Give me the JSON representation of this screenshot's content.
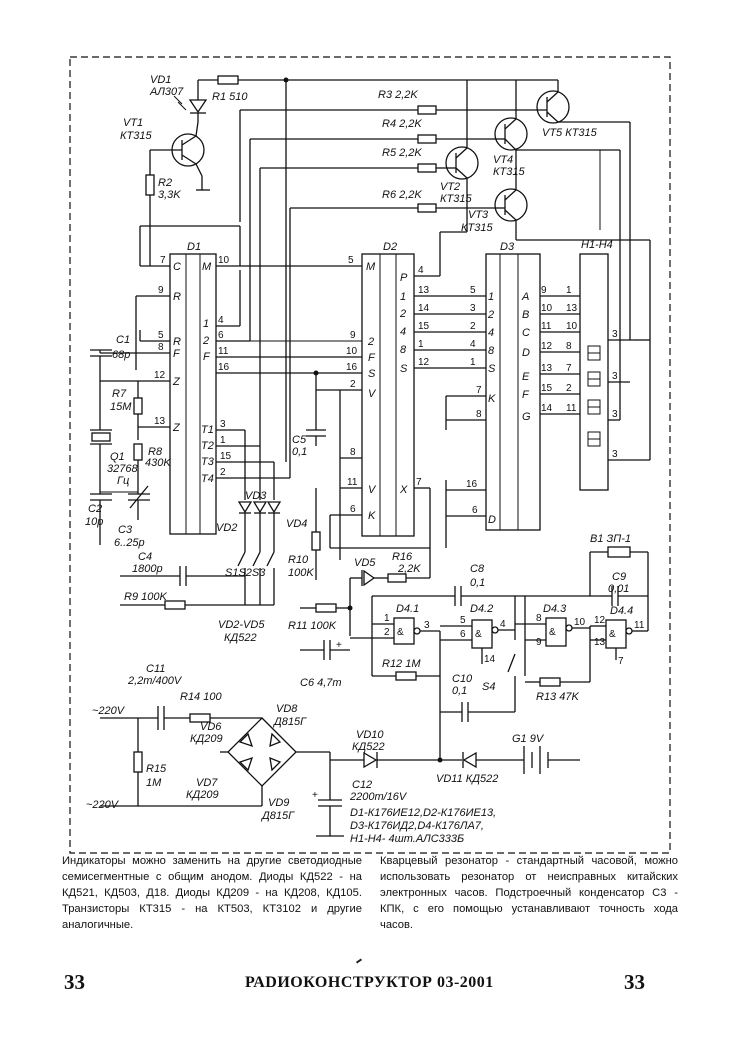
{
  "title_block": {
    "note_left": "Индикаторы можно заменить на другие светодиодные семисегментные с общим анодом. Диоды КД522 - на КД521, КД503, Д18. Диоды КД209 - на КД208, КД105. Транзисторы КТ315 - на КТ503, КТ3102 и другие аналогичные.",
    "note_right": "Кварцевый резонатор - стандартный часовой, можно использовать резонатор от неисправных китайских электронных часов. Подстроечный конденсатор С3 - КПК, с его помощью устанавливают точность хода часов.",
    "page_left": "33",
    "page_right": "33",
    "journal": "РАDИОКОНСТРУКТОР 03-2001"
  },
  "chips": {
    "D1": {
      "name": "D1",
      "pins_left": [
        "C",
        "R",
        "R",
        "F",
        "Z",
        "Z"
      ],
      "pins_right": [
        "M",
        "1",
        "2",
        "F",
        "T1",
        "T2",
        "T3",
        "T4"
      ]
    },
    "D2": {
      "name": "D2",
      "pins_left": [
        "M",
        "2",
        "F",
        "S",
        "V",
        "V",
        "K"
      ],
      "pins_right": [
        "P",
        "1",
        "2",
        "4",
        "8",
        "S",
        "X"
      ]
    },
    "D3": {
      "name": "D3",
      "pins_left": [
        "1",
        "2",
        "4",
        "8",
        "S",
        "K",
        "D"
      ],
      "pins_right": [
        "A",
        "B",
        "C",
        "D",
        "E",
        "F",
        "G"
      ]
    },
    "H": {
      "name": "H1-H4"
    }
  },
  "labels": {
    "vd1": "VD1",
    "vd1_type": "АЛ307",
    "r1": "R1 510",
    "vt1": "VT1",
    "vt1_type": "КТ315",
    "r2": "R2",
    "r2_val": "3,3K",
    "r3": "R3 2,2K",
    "r4": "R4 2,2K",
    "r5": "R5 2,2K",
    "r6": "R6 2,2K",
    "vt5": "VT5 КТ315",
    "vt4": "VT4",
    "vt4_type": "КТ315",
    "vt2": "VT2",
    "vt2_type": "КТ315",
    "vt3": "VT3",
    "vt3_type": "КТ315",
    "c1": "C1",
    "c1_val": "68р",
    "r7": "R7",
    "r7_val": "15М",
    "r8": "R8",
    "r8_val": "430K",
    "q1": "Q1",
    "q1_val": "32768",
    "q1_unit": "Гц",
    "c2": "C2",
    "c2_val": "10р",
    "c3": "C3",
    "c3_val": "6..25р",
    "c4": "C4",
    "c4_val": "1800р",
    "r9": "R9 100K",
    "s123": "S1S2S3",
    "vd2vd5": "VD2-VD5",
    "vd2vd5_type": "КД522",
    "vd2": "VD2",
    "vd3": "VD3",
    "vd4": "VD4",
    "c5": "C5",
    "c5_val": "0,1",
    "r10": "R10",
    "r10_val": "100K",
    "vd5": "VD5",
    "r16": "R16",
    "r16_val": "2,2K",
    "c8": "C8",
    "c8_val": "0,1",
    "c9": "C9",
    "c9_val": "0,01",
    "b1": "B1 ЗП-1",
    "r11": "R11 100K",
    "d41": "D4.1",
    "d42": "D4.2",
    "d43": "D4.3",
    "d44": "D4.4",
    "r12": "R12 1М",
    "c6": "C6 4,7m",
    "c10": "C10",
    "c10_val": "0,1",
    "s4": "S4",
    "r13": "R13 47K",
    "c11": "C11",
    "c11_val": "2,2m/400V",
    "r14": "R14 100",
    "v220a": "~220V",
    "v220b": "~220V",
    "vd6": "VD6",
    "vd6_type": "КД209",
    "vd7": "VD7",
    "vd7_type": "КД209",
    "vd8": "VD8",
    "vd8_type": "Д815Г",
    "vd9": "VD9",
    "vd9_type": "Д815Г",
    "r15": "R15",
    "r15_val": "1М",
    "vd10": "VD10",
    "vd10_type": "КД522",
    "vd11": "VD11 КД522",
    "g1": "G1 9V",
    "c12": "C12",
    "c12_val": "2200m/16V",
    "legend1": "D1-К176ИЕ12,D2-К176ИЕ13,",
    "legend2": "D3-К176ИД2,D4-К176ЛА7,",
    "legend3": "H1-H4- 4шт.АЛС333Б"
  },
  "pins": {
    "d1_c": "7",
    "d1_m": "10",
    "d1_r1": "9",
    "d1_r2": "5",
    "d1_f": "8",
    "d1_z1": "12",
    "d1_z2": "13",
    "d1_o1": "4",
    "d1_o2": "6",
    "d1_f2": "11",
    "d1_16": "16",
    "d1_t1": "3",
    "d1_t2": "1",
    "d1_t3": "15",
    "d1_t4": "2",
    "d2_m": "5",
    "d2_2": "9",
    "d2_f": "10",
    "d2_s": "16",
    "d2_v1": "2",
    "d2_8": "8",
    "d2_v2": "11",
    "d2_k": "6",
    "d2_p": "4",
    "d2_o1": "13",
    "d2_o2": "14",
    "d2_o4": "15",
    "d2_o8": "1",
    "d2_os": "12",
    "d2_x": "7",
    "d3_1": "5",
    "d3_2": "3",
    "d3_4": "2",
    "d3_8": "4",
    "d3_s": "1",
    "d3_k": "7",
    "d3_8b": "8",
    "d3_16": "16",
    "d3_d": "6",
    "d3_a": "9",
    "d3_b": "10",
    "d3_c": "11",
    "d3_dd": "12",
    "d3_e": "13",
    "d3_f": "15",
    "d3_g": "14",
    "h_a": "1",
    "h_b": "13",
    "h_c": "10",
    "h_d": "8",
    "h_e": "7",
    "h_f": "2",
    "h_g": "11",
    "h_1": "3",
    "h_2": "3",
    "h_3": "3",
    "h_4": "3",
    "g41_1": "1",
    "g41_2": "2",
    "g41_3": "3",
    "g42_5": "5",
    "g42_6": "6",
    "g42_4": "4",
    "g42_14": "14",
    "g43_8": "8",
    "g43_9": "9",
    "g43_10": "10",
    "g44_12": "12",
    "g44_13": "13",
    "g44_11": "11",
    "g44_7": "7"
  }
}
